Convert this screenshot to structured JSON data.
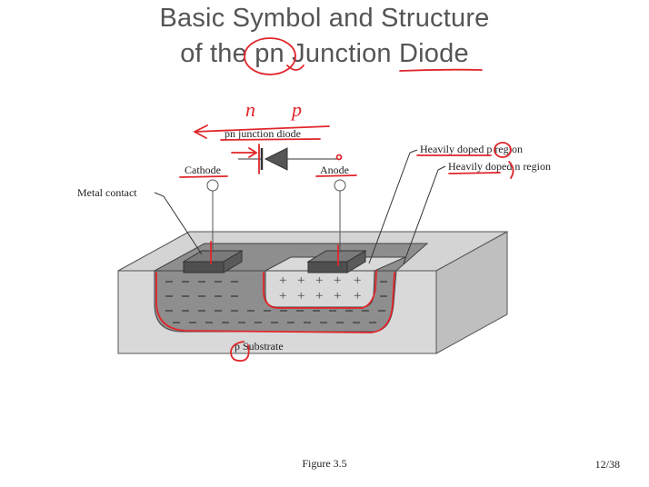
{
  "slide": {
    "title_line1": "Basic Symbol and Structure",
    "title_line2": "of the pn Junction Diode",
    "figure_caption": "Figure 3.5",
    "page_number": "12/38"
  },
  "diagram": {
    "symbol_label": "pn junction diode",
    "cathode_label": "Cathode",
    "anode_label": "Anode",
    "metal_contact_label": "Metal contact",
    "p_region_label": "Heavily doped p region",
    "n_region_label": "Heavily doped n region",
    "substrate_label": "p Substrate",
    "handwritten_n": "n",
    "handwritten_p": "p"
  },
  "colors": {
    "annotation": "#e0262b",
    "title": "#555555",
    "substrate_light": "#d6d6d6",
    "well_dark": "#8d8d8d",
    "contact": "#555555"
  }
}
